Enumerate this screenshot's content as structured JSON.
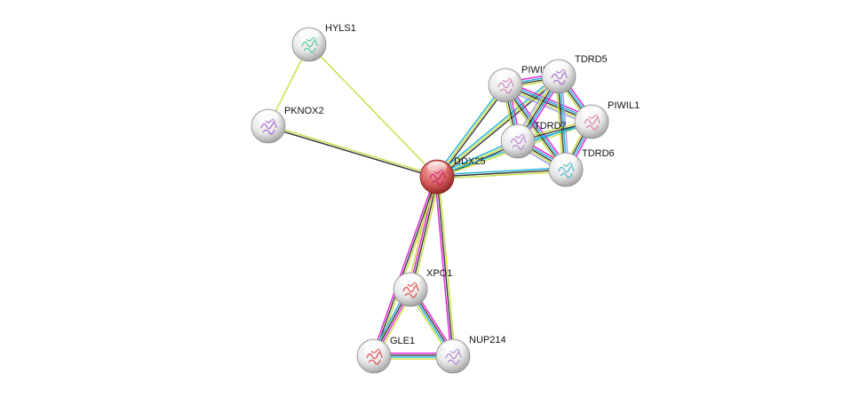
{
  "network": {
    "colors": {
      "textmining": "#c8dc3c",
      "coexpression": "#333333",
      "database": "#1ab2d6",
      "experiments": "#e21cd6",
      "homology": "#9b9bf5",
      "query_node": "#d85454",
      "other_node": "#e6e6e6"
    },
    "nodes": [
      {
        "id": "DDX25",
        "label": "DDX25",
        "query": true,
        "glyph": "#c81e6e"
      },
      {
        "id": "HYLS1",
        "label": "HYLS1",
        "query": false,
        "glyph": "#3cc88c"
      },
      {
        "id": "PKNOX2",
        "label": "PKNOX2",
        "query": false,
        "glyph": "#a05ad2"
      },
      {
        "id": "PIWIL2",
        "label": "PIWIL2",
        "query": false,
        "glyph": "#c878b4"
      },
      {
        "id": "TDRD5",
        "label": "TDRD5",
        "query": false,
        "glyph": "#a064c8"
      },
      {
        "id": "PIWIL1",
        "label": "PIWIL1",
        "query": false,
        "glyph": "#e070a0"
      },
      {
        "id": "TDRD7",
        "label": "TDRD7",
        "query": false,
        "glyph": "#b478d2"
      },
      {
        "id": "TDRD6",
        "label": "TDRD6",
        "query": false,
        "glyph": "#3cb4c8"
      },
      {
        "id": "XPO1",
        "label": "XPO1",
        "query": false,
        "glyph": "#dc3c3c"
      },
      {
        "id": "GLE1",
        "label": "GLE1",
        "query": false,
        "glyph": "#dc3c3c"
      },
      {
        "id": "NUP214",
        "label": "NUP214",
        "query": false,
        "glyph": "#aa78d2"
      }
    ],
    "edges": [
      {
        "a": "HYLS1",
        "b": "PKNOX2",
        "types": [
          "textmining"
        ]
      },
      {
        "a": "HYLS1",
        "b": "DDX25",
        "types": [
          "textmining"
        ]
      },
      {
        "a": "PKNOX2",
        "b": "DDX25",
        "types": [
          "textmining",
          "coexpression"
        ]
      },
      {
        "a": "DDX25",
        "b": "PIWIL2",
        "types": [
          "database",
          "textmining",
          "coexpression"
        ]
      },
      {
        "a": "DDX25",
        "b": "TDRD5",
        "types": [
          "database",
          "textmining",
          "coexpression"
        ]
      },
      {
        "a": "DDX25",
        "b": "TDRD7",
        "types": [
          "database",
          "textmining",
          "coexpression"
        ]
      },
      {
        "a": "DDX25",
        "b": "TDRD6",
        "types": [
          "database",
          "coexpression",
          "textmining"
        ]
      },
      {
        "a": "DDX25",
        "b": "PIWIL1",
        "types": [
          "database",
          "textmining"
        ]
      },
      {
        "a": "DDX25",
        "b": "XPO1",
        "types": [
          "textmining",
          "coexpression",
          "experiments",
          "textmining"
        ]
      },
      {
        "a": "DDX25",
        "b": "GLE1",
        "types": [
          "textmining",
          "coexpression",
          "experiments"
        ]
      },
      {
        "a": "DDX25",
        "b": "NUP214",
        "types": [
          "textmining",
          "coexpression",
          "experiments"
        ]
      },
      {
        "a": "XPO1",
        "b": "GLE1",
        "types": [
          "textmining",
          "experiments",
          "coexpression",
          "database"
        ]
      },
      {
        "a": "XPO1",
        "b": "NUP214",
        "types": [
          "experiments",
          "coexpression",
          "database",
          "textmining"
        ]
      },
      {
        "a": "GLE1",
        "b": "NUP214",
        "types": [
          "experiments",
          "coexpression",
          "database",
          "textmining"
        ]
      },
      {
        "a": "PIWIL2",
        "b": "TDRD5",
        "types": [
          "experiments",
          "database",
          "coexpression",
          "textmining"
        ]
      },
      {
        "a": "PIWIL2",
        "b": "PIWIL1",
        "types": [
          "experiments",
          "database",
          "coexpression",
          "textmining",
          "homology"
        ]
      },
      {
        "a": "PIWIL2",
        "b": "TDRD7",
        "types": [
          "experiments",
          "database",
          "coexpression",
          "textmining"
        ]
      },
      {
        "a": "PIWIL2",
        "b": "TDRD6",
        "types": [
          "experiments",
          "database",
          "coexpression",
          "textmining"
        ]
      },
      {
        "a": "TDRD5",
        "b": "PIWIL1",
        "types": [
          "experiments",
          "database",
          "coexpression",
          "textmining"
        ]
      },
      {
        "a": "TDRD5",
        "b": "TDRD7",
        "types": [
          "experiments",
          "database",
          "coexpression",
          "textmining",
          "homology"
        ]
      },
      {
        "a": "TDRD5",
        "b": "TDRD6",
        "types": [
          "homology",
          "database",
          "coexpression",
          "textmining"
        ]
      },
      {
        "a": "PIWIL1",
        "b": "TDRD7",
        "types": [
          "database",
          "coexpression",
          "textmining"
        ]
      },
      {
        "a": "PIWIL1",
        "b": "TDRD6",
        "types": [
          "experiments",
          "database",
          "coexpression",
          "textmining"
        ]
      },
      {
        "a": "TDRD7",
        "b": "TDRD6",
        "types": [
          "experiments",
          "database",
          "coexpression",
          "textmining",
          "homology"
        ]
      }
    ]
  }
}
